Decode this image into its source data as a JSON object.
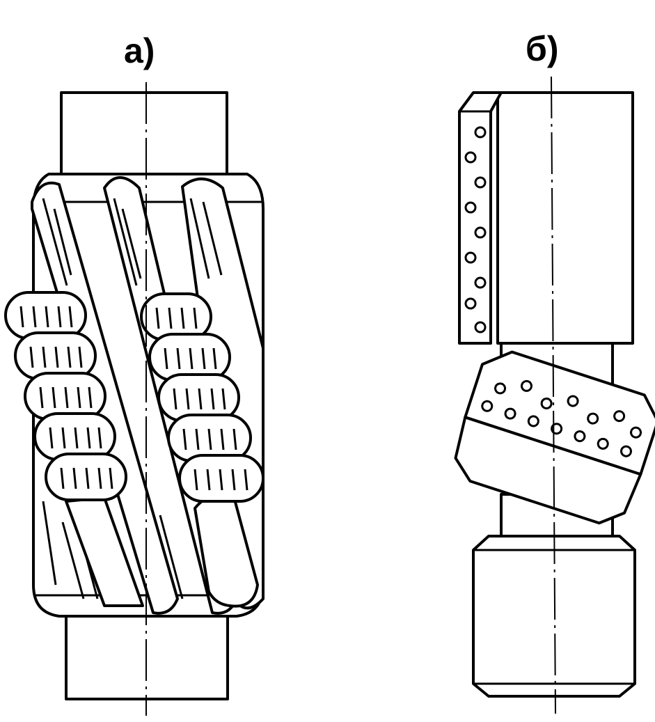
{
  "figure": {
    "panels": [
      {
        "id": "a",
        "label": "а)"
      },
      {
        "id": "b",
        "label": "б)"
      }
    ]
  }
}
